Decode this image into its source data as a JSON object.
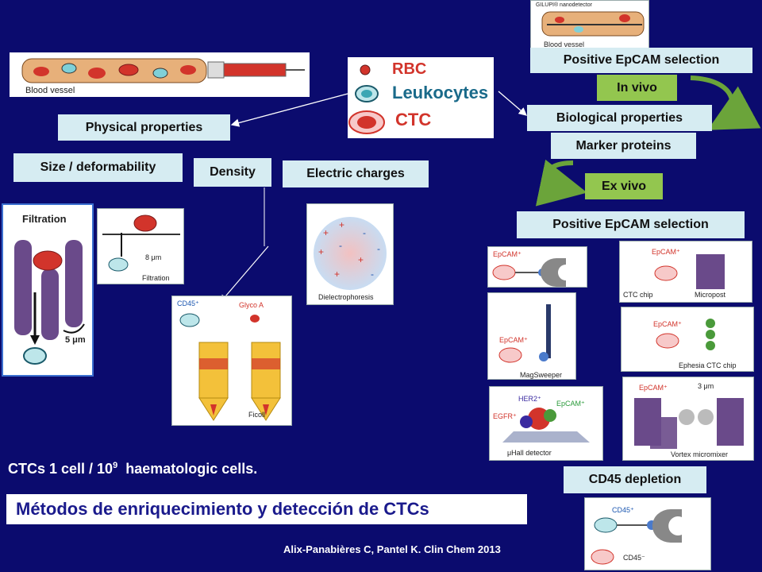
{
  "legend": {
    "rbc": "RBC",
    "leukocytes": "Leukocytes",
    "ctc": "CTC"
  },
  "boxes": {
    "physical": "Physical properties",
    "biological": "Biological properties",
    "size": "Size / deformability",
    "density": "Density",
    "electric": "Electric charges",
    "marker": "Marker proteins",
    "in_vivo": "In vivo",
    "ex_vivo": "Ex vivo",
    "epcam_top": "Positive EpCAM selection",
    "epcam_mid": "Positive EpCAM selection",
    "cd45": "CD45 depletion"
  },
  "panels": {
    "blood_vessel": "Blood vessel",
    "gilupi": "GILUPI® nanodetector",
    "gilupi_vessel": "Blood vessel",
    "filtration_title": "Filtration",
    "filtration_5um": "5 μm",
    "filtration_small": "Filtration",
    "filtration_8um": "8 μm",
    "ficoll_cd45": "CD45⁺",
    "ficoll_glyco": "Glyco A",
    "ficoll_label": "Ficoll",
    "dielectro": "Dielectrophoresis",
    "epcam_plus": "EpCAM⁺",
    "ctc_chip": "CTC chip",
    "micropost": "Micropost",
    "magsweeper": "MagSweeper",
    "ephesia": "Ephesia CTC chip",
    "her2": "HER2⁺",
    "egfr": "EGFR⁺",
    "uhall": "μHall detector",
    "vortex": "Vortex micromixer",
    "vortex_3um": "3 μm",
    "cd45_plus": "CD45⁺",
    "cd45_minus": "CD45⁻"
  },
  "ctc_ratio": {
    "prefix": "CTCs 1 cell / 10",
    "exponent": "9",
    "suffix": "  haematologic cells."
  },
  "title": "Métodos de enriquecimiento y detección de CTCs",
  "citation": "Alix-Panabières C, Pantel K. Clin Chem 2013",
  "colors": {
    "background": "#0b0b6e",
    "box": "#d6ecf2",
    "green_box": "#93c64f",
    "title_box": "#ffffff",
    "title_text": "#1a1a8c"
  }
}
